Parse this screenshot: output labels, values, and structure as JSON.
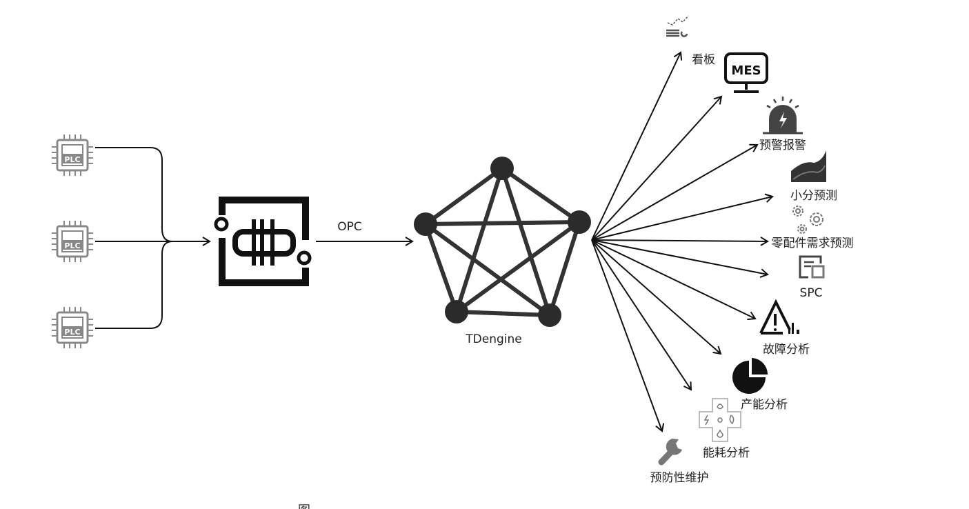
{
  "diagram": {
    "sources": [
      {
        "label": "PLC"
      },
      {
        "label": "PLC"
      },
      {
        "label": "PLC"
      }
    ],
    "protocol_label": "OPC",
    "database_label": "TDengine",
    "gateway_icon": "opc-gateway-icon",
    "consumers": [
      {
        "label": "看板",
        "icon": "dashboard-icon"
      },
      {
        "label": "MES",
        "icon": "mes-monitor-icon"
      },
      {
        "label": "预警报警",
        "icon": "alarm-siren-icon"
      },
      {
        "label": "小分预测",
        "icon": "area-chart-icon"
      },
      {
        "label": "零配件需求预测",
        "icon": "gears-icon"
      },
      {
        "label": "SPC",
        "icon": "spc-document-chip-icon"
      },
      {
        "label": "故障分析",
        "icon": "warning-chart-icon"
      },
      {
        "label": "产能分析",
        "icon": "pie-chart-icon"
      },
      {
        "label": "能耗分析",
        "icon": "energy-icon"
      },
      {
        "label": "预防性维护",
        "icon": "wrench-icon"
      }
    ],
    "caption_start": "图"
  }
}
